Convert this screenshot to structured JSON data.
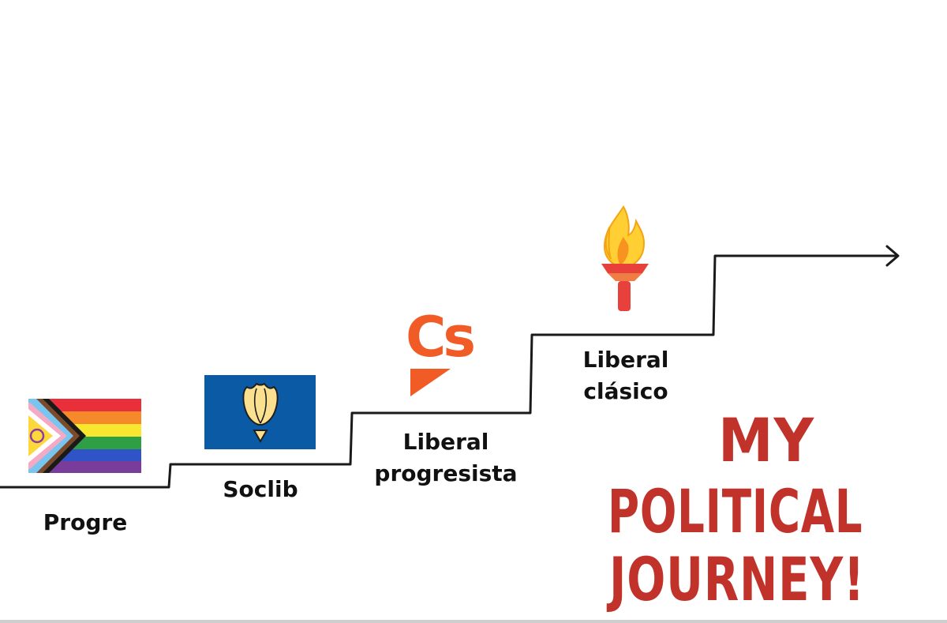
{
  "steps": [
    {
      "label": "Progre"
    },
    {
      "label": "Soclib"
    },
    {
      "label": "Liberal progresista"
    },
    {
      "label": "Liberal clásico"
    }
  ],
  "logos": {
    "cs_text": "Cs"
  },
  "title": {
    "line1": "MY",
    "line2": "POLITICAL",
    "line3": "JOURNEY!"
  },
  "colors": {
    "title_red": "#c0322a",
    "cs_orange": "#f15b25",
    "soclib_blue": "#0b5aa5",
    "rose_yellow": "#fbe18f",
    "torch_red": "#e8403b",
    "flame_yellow": "#ffcf33"
  }
}
